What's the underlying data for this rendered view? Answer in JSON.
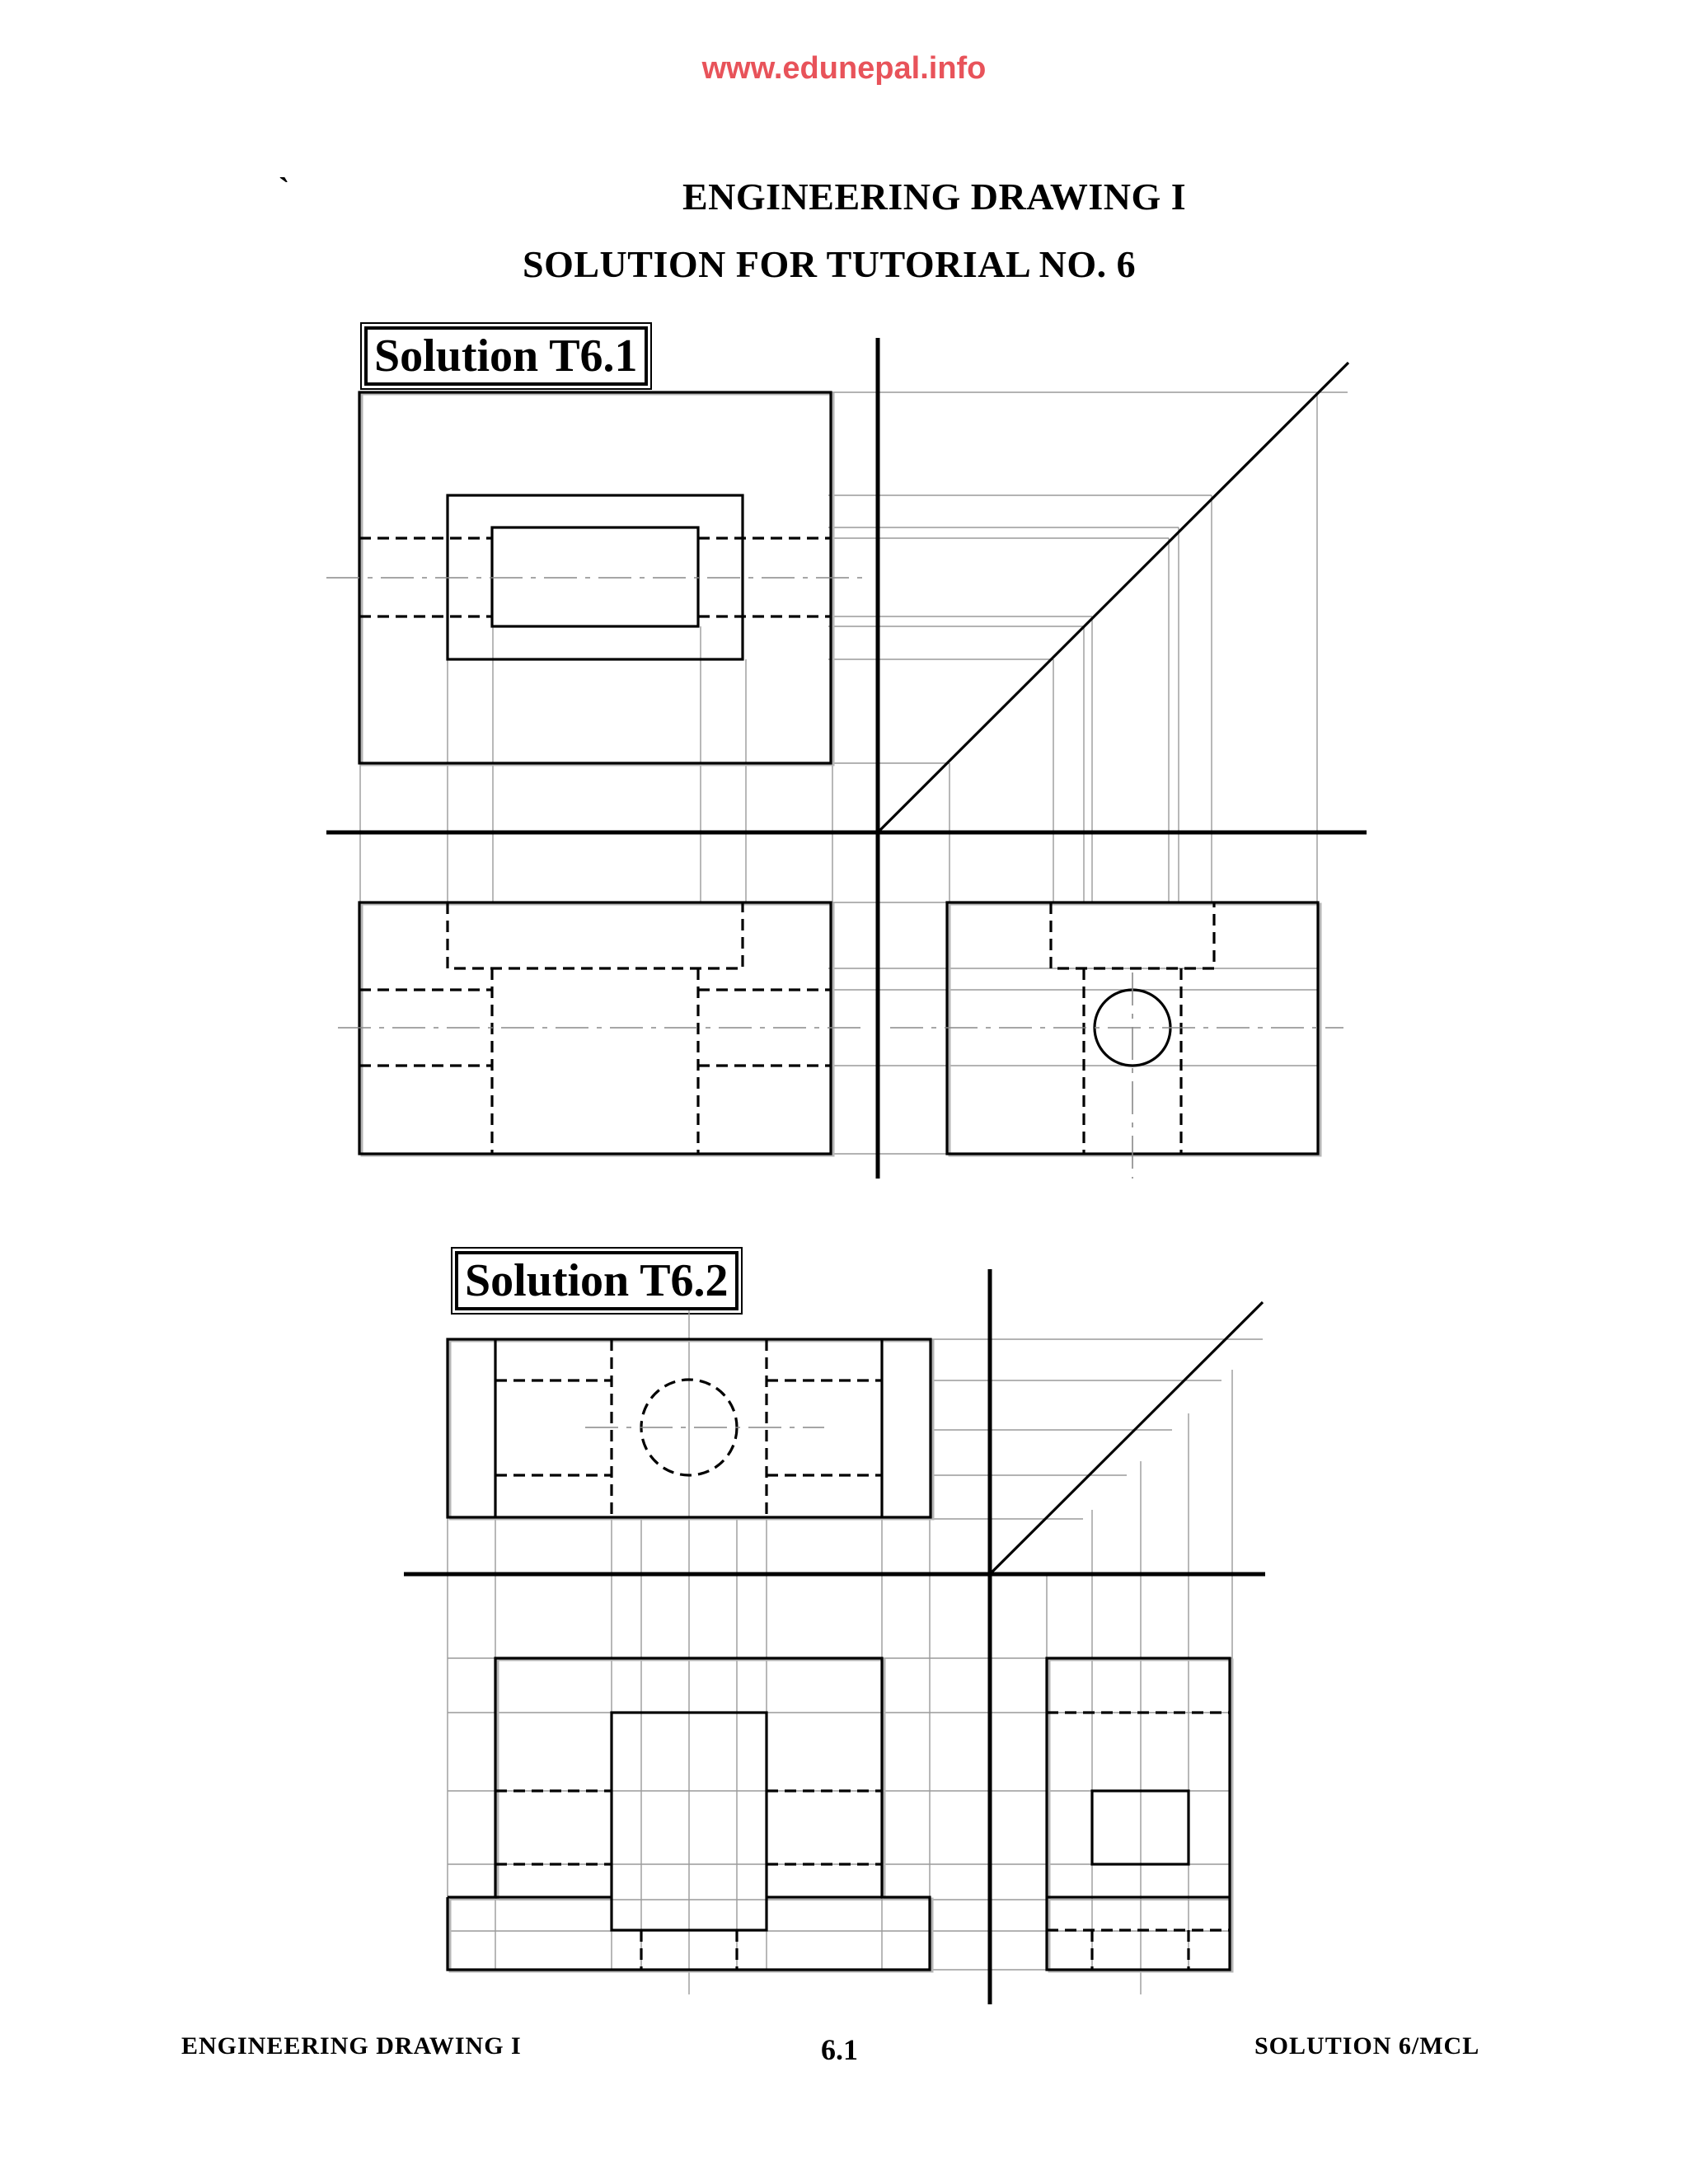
{
  "header": {
    "watermark": "www.edunepal.info",
    "tick_mark": "`",
    "title": "ENGINEERING DRAWING I",
    "subtitle": "SOLUTION FOR TUTORIAL NO. 6"
  },
  "solutions": [
    {
      "label": "Solution T6.1"
    },
    {
      "label": "Solution T6.2"
    }
  ],
  "footer": {
    "left": "ENGINEERING DRAWING I",
    "center": "6.1",
    "right": "SOLUTION   6/MCL"
  }
}
